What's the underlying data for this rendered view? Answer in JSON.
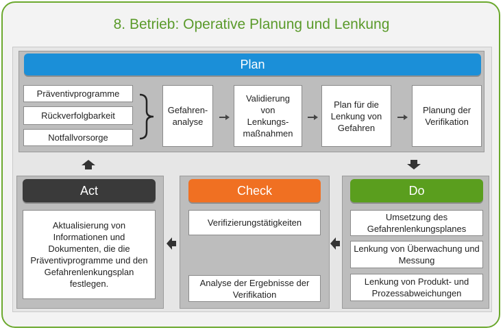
{
  "title": "8. Betrieb: Operative Planung und Lenkung",
  "colors": {
    "plan": "#1b8fd8",
    "act": "#3a3a3a",
    "check": "#f07022",
    "do": "#5a9e1e",
    "frame": "#6aa82c"
  },
  "plan": {
    "header": "Plan",
    "programs": [
      "Präventivprogramme",
      "Rückverfolgbarkeit",
      "Notfallvorsorge"
    ],
    "steps": [
      "Gefahren-\nanalyse",
      "Validierung\nvon\nLenkungs-\nmaßnahmen",
      "Plan für die\nLenkung von\nGefahren",
      "Planung der\nVerifikation"
    ]
  },
  "act": {
    "header": "Act",
    "text": "Aktualisierung von Informationen und Dokumenten, die die Präventivprogramme und den Gefahrenlenkungsplan festlegen."
  },
  "check": {
    "header": "Check",
    "items": [
      "Verifizierungstätigkeiten",
      "Analyse der Ergebnisse der Verifikation"
    ]
  },
  "do": {
    "header": "Do",
    "items": [
      "Umsetzung des Gefahrenlenkungsplanes",
      "Lenkung von Überwachung und Messung",
      "Lenkung von Produkt- und Prozessabweichungen"
    ]
  }
}
